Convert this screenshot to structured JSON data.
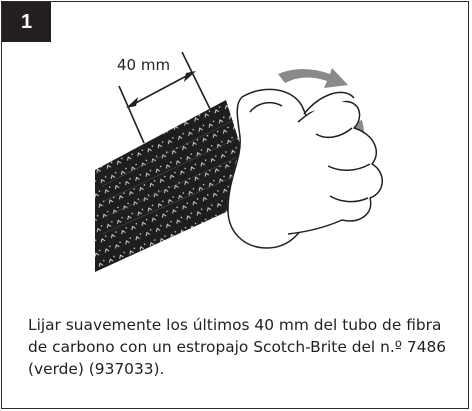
{
  "step": {
    "number": "1"
  },
  "illustration": {
    "dimension_label": "40 mm",
    "tube_material": "fibra de carbono",
    "arrow_color": "#8a8a8a",
    "tube_color": "#1e1e1e"
  },
  "instruction": {
    "text": "Lijar suavemente los últimos 40 mm del tubo de fibra de carbono con un estropajo Scotch-Brite del n.º 7486 (verde) (937033)."
  }
}
